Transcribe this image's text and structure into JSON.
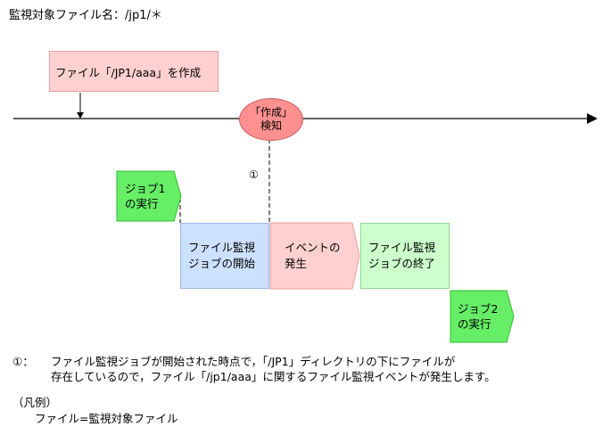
{
  "title": "監視対象ファイル名：/jp1/＊",
  "file_operation": "ファイル「/JP1/aaa」を作成",
  "detect": {
    "line1": "「作成」",
    "line2": "検知"
  },
  "marker": "①",
  "job1": {
    "line1": "ジョブ1",
    "line2": "の実行"
  },
  "job_start": {
    "line1": "ファイル監視",
    "line2": "ジョブの開始"
  },
  "event": {
    "line1": "イベントの",
    "line2": "発生"
  },
  "job_end": {
    "line1": "ファイル監視",
    "line2": "ジョブの終了"
  },
  "job2": {
    "line1": "ジョブ2",
    "line2": "の実行"
  },
  "note": {
    "mark": "①：",
    "line1": "ファイル監視ジョブが開始された時点で，「/JP1」ディレクトリの下にファイルが",
    "line2": "存在しているので，ファイル「/jp1/aaa」に関するファイル監視イベントが発生します。"
  },
  "legend": {
    "title": "（凡例）",
    "body": "ファイル=監視対象ファイル"
  },
  "colors": {
    "file_op_fill": "#ffd0d0",
    "detect_fill": "#ff9090",
    "job_fill": "#66ee66",
    "job_start_fill": "#cce0ff",
    "event_fill": "#ffd0d0",
    "job_end_fill": "#ccffcc"
  }
}
